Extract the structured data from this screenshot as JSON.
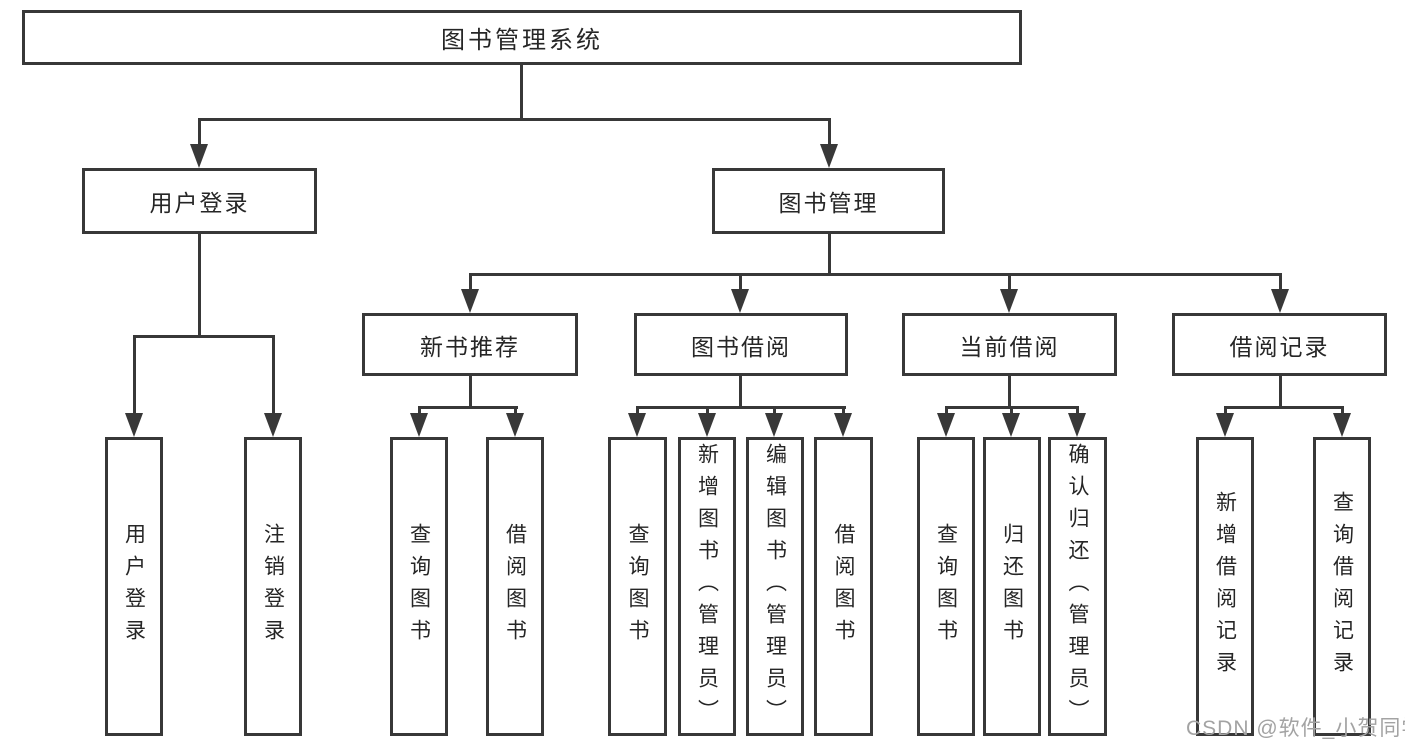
{
  "diagram": {
    "root": {
      "label": "图书管理系统"
    },
    "level2": [
      {
        "label": "用户登录"
      },
      {
        "label": "图书管理"
      }
    ],
    "level3": [
      {
        "label": "新书推荐"
      },
      {
        "label": "图书借阅"
      },
      {
        "label": "当前借阅"
      },
      {
        "label": "借阅记录"
      }
    ],
    "level4": [
      {
        "label": "用户登录"
      },
      {
        "label": "注销登录"
      },
      {
        "label": "查询图书"
      },
      {
        "label": "借阅图书"
      },
      {
        "label": "查询图书"
      },
      {
        "label": "新增图书（管理员）"
      },
      {
        "label": "编辑图书（管理员）"
      },
      {
        "label": "借阅图书"
      },
      {
        "label": "查询图书"
      },
      {
        "label": "归还图书"
      },
      {
        "label": "确认归还（管理员）"
      },
      {
        "label": "新增借阅记录"
      },
      {
        "label": "查询借阅记录"
      }
    ],
    "watermark": "CSDN @软件_小贺同学",
    "colors": {
      "line": "#383838",
      "text": "#262626",
      "watermark": "#a3a3a3",
      "background": "#ffffff"
    }
  }
}
